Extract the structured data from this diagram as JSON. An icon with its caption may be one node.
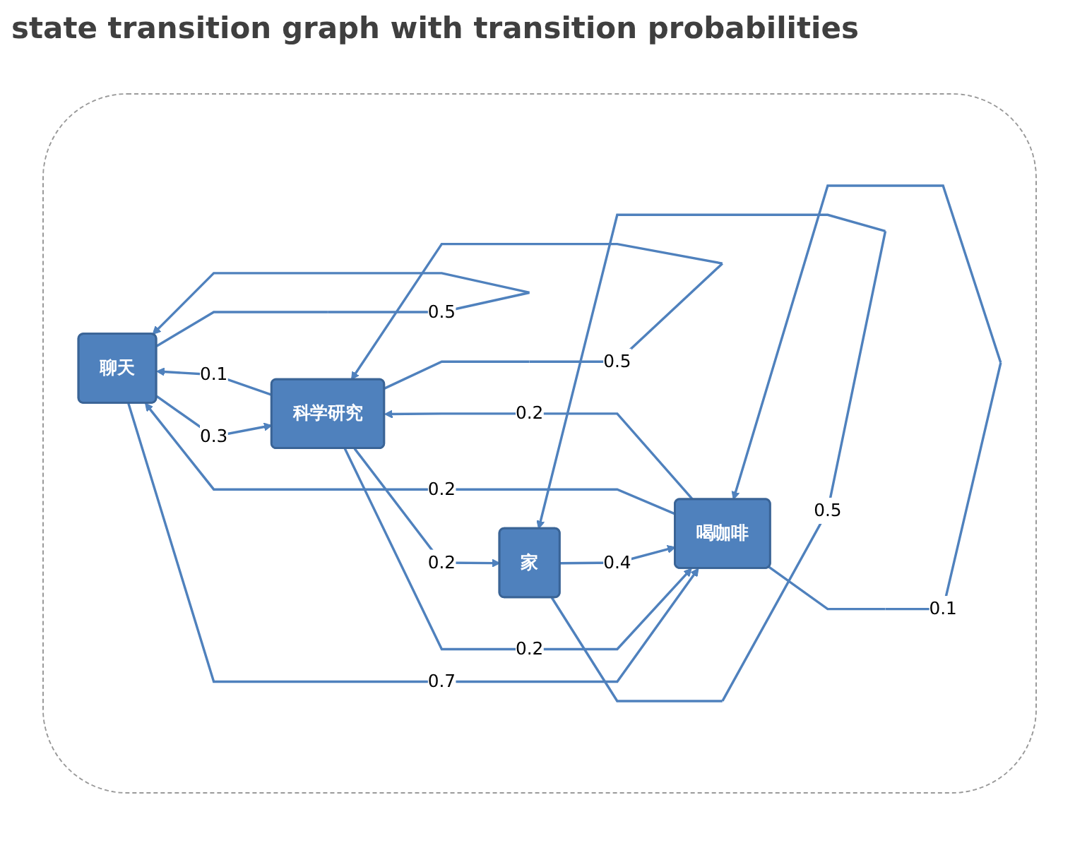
{
  "diagram": {
    "title": "state transition graph with transition probabilities",
    "nodes": [
      {
        "text": [
          "聊天"
        ]
      },
      {
        "text": [
          "科学研究"
        ]
      },
      {
        "text": [
          "喝咖啡"
        ]
      },
      {
        "text": [
          "家"
        ]
      }
    ],
    "edges": [
      {
        "from": 0,
        "to": 0,
        "arrow": "to",
        "label": "0.5"
      },
      {
        "from": 1,
        "to": 0,
        "arrow": "to",
        "label": "0.1"
      },
      {
        "from": 0,
        "to": 1,
        "arrow": "to",
        "label": "0.3"
      },
      {
        "from": 0,
        "to": 2,
        "arrow": "to",
        "label": "0.7"
      },
      {
        "from": 2,
        "to": 0,
        "arrow": "to",
        "label": "0.2"
      },
      {
        "from": 1,
        "to": 2,
        "arrow": "to",
        "label": "0.2"
      },
      {
        "from": 1,
        "to": 1,
        "arrow": "to",
        "label": "0.5"
      },
      {
        "from": 2,
        "to": 1,
        "arrow": "to",
        "label": "0.2"
      },
      {
        "from": 2,
        "to": 2,
        "arrow": "to",
        "label": "0.1"
      },
      {
        "from": 1,
        "to": 3,
        "arrow": "to",
        "label": "0.2"
      },
      {
        "from": 3,
        "to": 2,
        "arrow": "to",
        "label": "0.4"
      },
      {
        "from": 3,
        "to": 3,
        "arrow": "to",
        "label": "0.5"
      }
    ]
  }
}
